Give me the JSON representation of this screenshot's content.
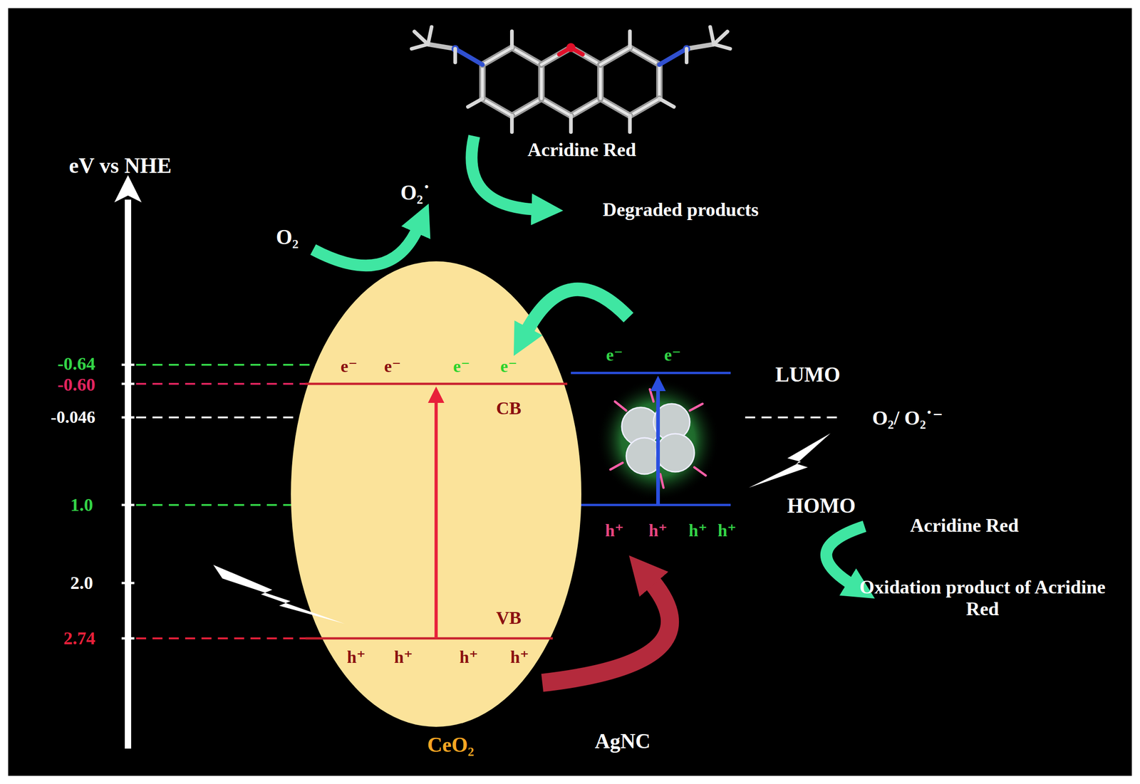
{
  "diagram": {
    "nodes": [
      {
        "text": [
          "CeO₂",
          "CB",
          "VB",
          "e⁻",
          "e⁻",
          "e⁻",
          "e⁻",
          "h⁺",
          "h⁺",
          "h⁺",
          "h⁺"
        ]
      }
    ],
    "labels": [
      "eV vs NHE",
      "-0.64",
      "-0.60",
      "-0.046",
      "1.0",
      "2.0",
      "2.74",
      "Acridine Red",
      "Degraded products",
      "O₂˙",
      "O₂",
      "LUMO",
      "HOMO",
      "O₂/ O₂˙⁻",
      "e⁻",
      "e⁻",
      "h⁺",
      "h⁺",
      "h⁺",
      "h⁺",
      "Acridine Red",
      "Oxidation product of Acridine Red",
      "AgNC"
    ]
  }
}
